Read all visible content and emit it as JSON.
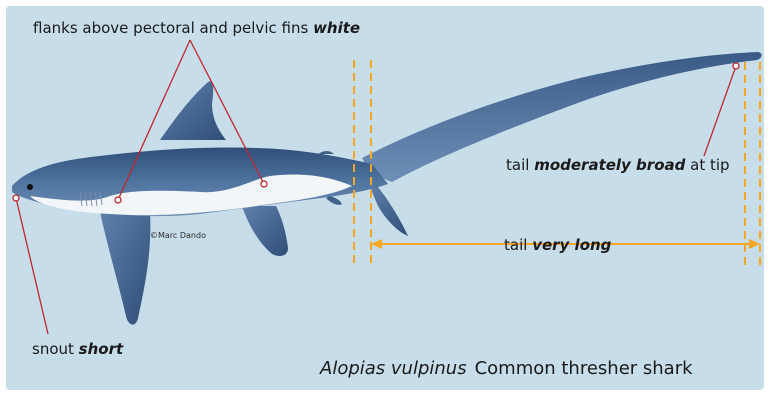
{
  "labels": {
    "flanks_text": "flanks above pectoral and pelvic fins",
    "flanks_emph": "white",
    "tail_tip_text_before": "tail",
    "tail_tip_emph": "moderately broad",
    "tail_tip_text_after": "at tip",
    "tail_long_text": "tail",
    "tail_long_emph": "very long",
    "snout_text": "snout",
    "snout_emph": "short"
  },
  "credit": "©Marc Dando",
  "species": {
    "scientific_name": "Alopias vulpinus",
    "common_name": "Common thresher shark"
  },
  "colors": {
    "background": "#c7dde9",
    "body_dorsal": "#4a6b93",
    "belly": "#f2f6f8",
    "callout_line": "#c0282d",
    "guide_line": "#f5a623"
  }
}
